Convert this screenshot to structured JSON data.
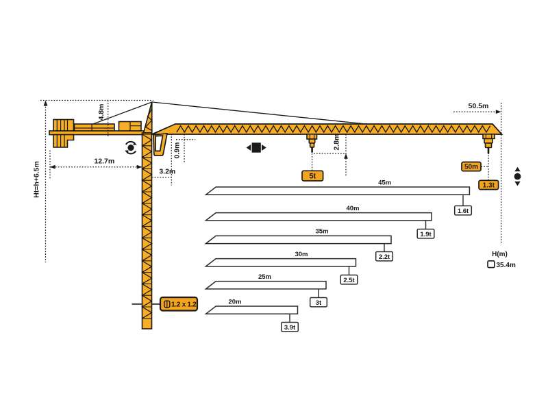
{
  "colors": {
    "crane_yellow": "#F8AD27",
    "badge_orange": "#F4A31E",
    "line_black": "#1A1A1A",
    "bar_fill": "#FFFFFF"
  },
  "dimensions": {
    "total_height": "Ht=h+6.5m",
    "tower_head_height": "4.8m",
    "counter_jib_length": "12.7m",
    "rear_offset": "3.2m",
    "jib_depth": "0.9m",
    "hook_height": "2.8m",
    "max_radius": "50.5m"
  },
  "badges": {
    "max_capacity": "5t",
    "tip_radius": "50m",
    "tip_capacity": "1.3t",
    "mast_section": "1.2 x 1.2"
  },
  "legend": {
    "height_label": "H(m)",
    "height_value": "35.4m"
  },
  "icons": {
    "trolley_travel": "left-right arrows with square",
    "slewing": "rotation arrows around dot",
    "hoist": "up-down arrows with dot",
    "mast_section": "square section symbol"
  },
  "load_chart": {
    "rows": [
      {
        "length": "45m",
        "capacity": "1.6t"
      },
      {
        "length": "40m",
        "capacity": "1.9t"
      },
      {
        "length": "35m",
        "capacity": "2.2t"
      },
      {
        "length": "30m",
        "capacity": "2.5t"
      },
      {
        "length": "25m",
        "capacity": "3t"
      },
      {
        "length": "20m",
        "capacity": "3.9t"
      }
    ]
  }
}
